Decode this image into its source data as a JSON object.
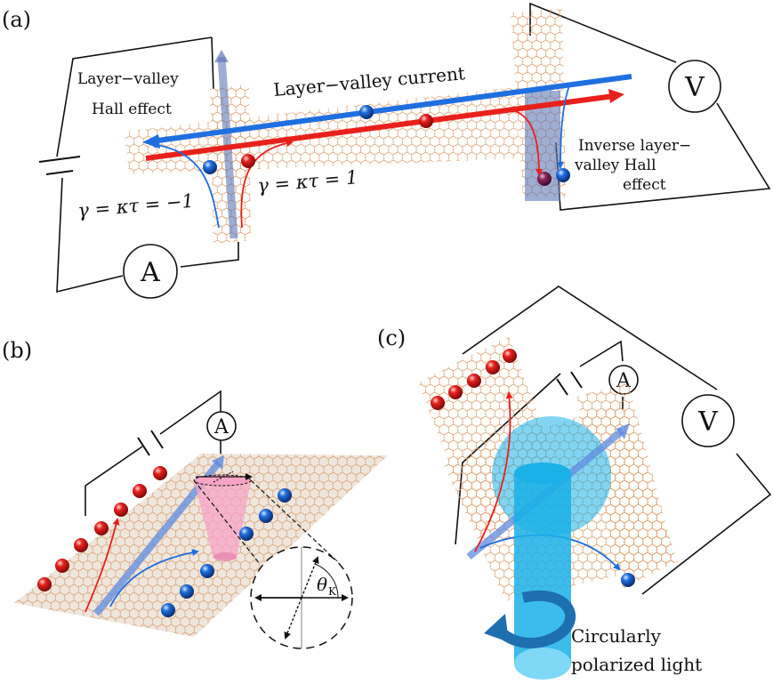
{
  "panels": {
    "a": {
      "label": "(a)",
      "lvh_line1": "Layer−valley",
      "lvh_line2": "Hall effect",
      "current_label": "Layer−valley current",
      "inv_line1": "Inverse layer−",
      "inv_line2": "valley Hall",
      "inv_line3": "effect",
      "gamma_neg": "γ = κτ = −1",
      "gamma_pos": "γ = κτ = 1",
      "ammeter": "A",
      "voltmeter": "V"
    },
    "b": {
      "label": "(b)",
      "ammeter": "A",
      "theta": "θ",
      "theta_sub": "K"
    },
    "c": {
      "label": "(c)",
      "ammeter": "A",
      "voltmeter": "V",
      "light_line1": "Circularly",
      "light_line2": "polarized light"
    }
  },
  "colors": {
    "valley_red": "#e8201c",
    "valley_blue": "#1e6fe0",
    "lattice": "#e0a070",
    "sheet": "#ede6dd",
    "hall_bar": "#5f78b6",
    "light_beam": "#1ab0e8",
    "kerr_cone": "#f6a3c5"
  },
  "icons": [
    "battery-icon",
    "ammeter-icon",
    "voltmeter-icon",
    "electron-sphere-icon",
    "circular-arrow-icon"
  ]
}
